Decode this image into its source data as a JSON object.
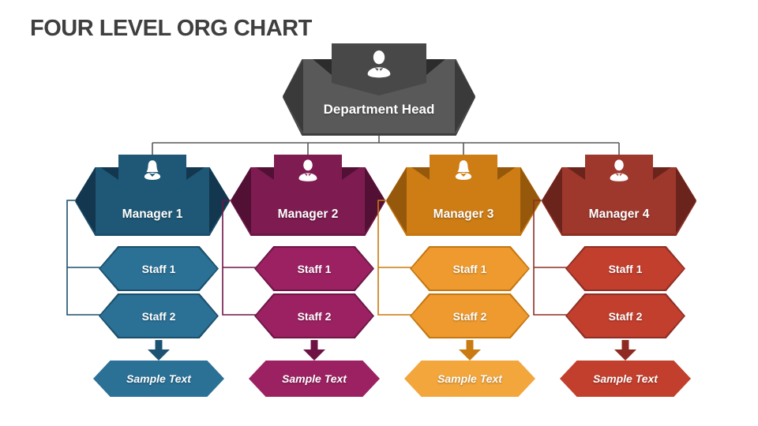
{
  "title": "FOUR LEVEL ORG CHART",
  "root": {
    "label": "Department Head",
    "icon": "male-person-icon",
    "colors": {
      "main": "#484848",
      "body": "#595959",
      "dark": "#3a3a3a",
      "wedge": "#2c2c2c",
      "line": "#595959"
    }
  },
  "columns": [
    {
      "manager": {
        "label": "Manager 1",
        "icon": "female-person-icon"
      },
      "staff": [
        {
          "label": "Staff 1"
        },
        {
          "label": "Staff 2"
        }
      ],
      "footer": {
        "label": "Sample Text"
      },
      "colors": {
        "main": "#1E5876",
        "dark": "#12374E",
        "light": "#2B7095",
        "border": "#1B4F6B",
        "line": "#1B4F6B",
        "arrow": "#1D5372",
        "sample": "#2B7095"
      }
    },
    {
      "manager": {
        "label": "Manager 2",
        "icon": "male-person-icon"
      },
      "staff": [
        {
          "label": "Staff 1"
        },
        {
          "label": "Staff 2"
        }
      ],
      "footer": {
        "label": "Sample Text"
      },
      "colors": {
        "main": "#7E1C52",
        "dark": "#521034",
        "light": "#9B2162",
        "border": "#6E1747",
        "line": "#6E1747",
        "arrow": "#6E1244",
        "sample": "#9B2162"
      }
    },
    {
      "manager": {
        "label": "Manager 3",
        "icon": "female-person-icon"
      },
      "staff": [
        {
          "label": "Staff 1"
        },
        {
          "label": "Staff 2"
        }
      ],
      "footer": {
        "label": "Sample Text"
      },
      "colors": {
        "main": "#CE7D15",
        "dark": "#96590C",
        "light": "#EE9A2E",
        "border": "#C57712",
        "line": "#C97A10",
        "arrow": "#C97A10",
        "sample": "#F2A63C"
      }
    },
    {
      "manager": {
        "label": "Manager 4",
        "icon": "male-person-icon"
      },
      "staff": [
        {
          "label": "Staff 1"
        },
        {
          "label": "Staff 2"
        }
      ],
      "footer": {
        "label": "Sample Text"
      },
      "colors": {
        "main": "#9E372C",
        "dark": "#6B241C",
        "light": "#C23E2D",
        "border": "#8E2F26",
        "line": "#8E2F26",
        "arrow": "#8E2A22",
        "sample": "#C23E2D"
      }
    }
  ]
}
